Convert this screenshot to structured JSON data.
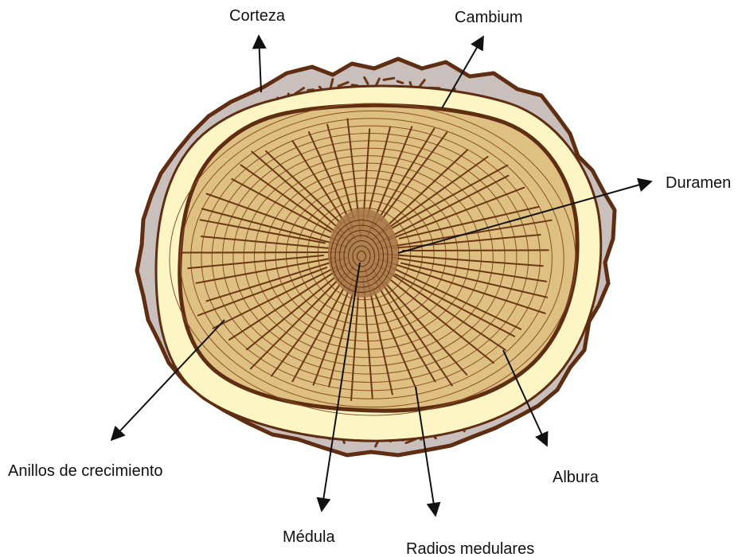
{
  "labels": {
    "corteza": "Corteza",
    "cambium": "Cambium",
    "duramen": "Duramen",
    "anillos": "Anillos de crecimiento",
    "albura": "Albura",
    "medula": "Médula",
    "radios": "Radios medulares"
  },
  "colors": {
    "bark": "#c9bfbd",
    "bark_outline": "#5e2d12",
    "cambium": "#fdf6c4",
    "sapwood": "#dfc083",
    "heartwood": "#a87648",
    "lines": "#6b3614",
    "arrow": "#111111"
  }
}
